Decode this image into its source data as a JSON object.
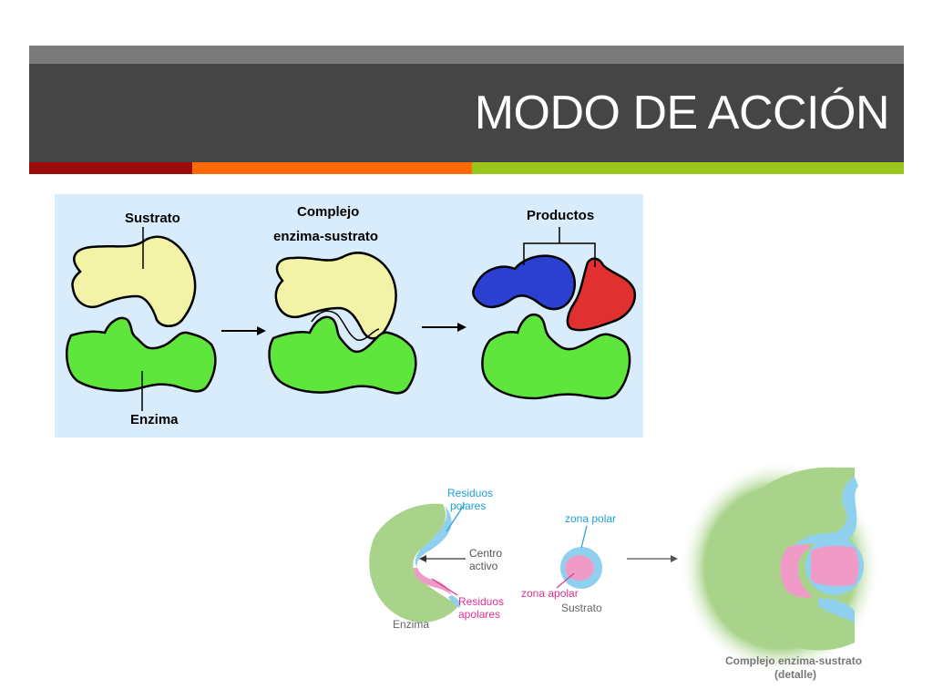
{
  "slide": {
    "title": "MODO DE ACCIÓN",
    "accent_colors": [
      "#9a0b0b",
      "#ff6a00",
      "#9ac51a"
    ]
  },
  "diagram_top": {
    "background": "#d9ecfb",
    "labels": {
      "substrate": "Sustrato",
      "complex_line1": "Complejo",
      "complex_line2": "enzima-sustrato",
      "products": "Productos",
      "enzyme": "Enzima"
    },
    "colors": {
      "enzyme": "#5ee63c",
      "substrate": "#f3f3a8",
      "product_blue": "#2b3fd0",
      "product_red": "#e03030"
    }
  },
  "diagram_bottom": {
    "labels": {
      "polar_residues_line1": "Residuos",
      "polar_residues_line2": "polares",
      "active_center_line1": "Centro",
      "active_center_line2": "activo",
      "apolar_residues_line1": "Residuos",
      "apolar_residues_line2": "apolares",
      "enzyme": "Enzima",
      "polar_zone": "zona polar",
      "apolar_zone": "zona apolar",
      "substrate": "Sustrato",
      "complex_line1": "Complejo enzima-sustrato",
      "complex_line2": "(detalle)"
    },
    "colors": {
      "enzyme": "#a9d38b",
      "polar": "#8fd0ef",
      "apolar": "#f09ac7",
      "label_polar": "#1ea0d8",
      "label_apolar": "#e0308f",
      "label_gray": "#555555"
    }
  }
}
